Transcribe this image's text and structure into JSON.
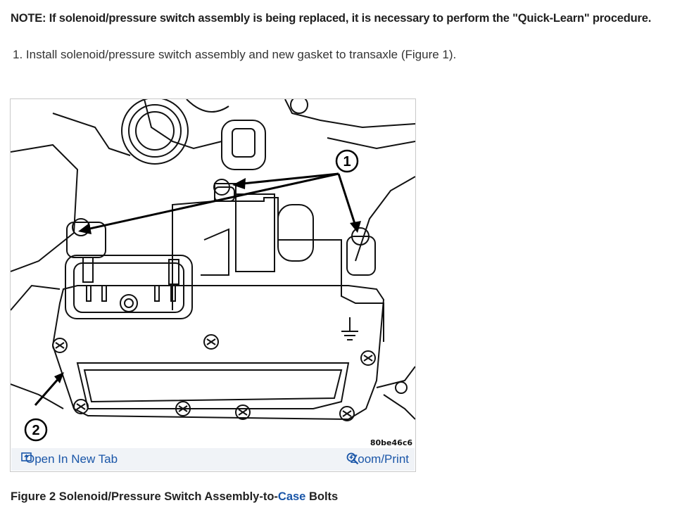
{
  "note": "NOTE: If solenoid/pressure switch assembly is being replaced, it is necessary to perform the \"Quick-Learn\" procedure.",
  "step": "1. Install solenoid/pressure switch assembly and new gasket to transaxle (Figure 1).",
  "figure": {
    "callout_1": "1",
    "callout_2": "2",
    "code": "80be46c6",
    "open_link": "Open In New Tab",
    "zoom_link": "Zoom/Print"
  },
  "caption": {
    "prefix": "Figure 2 Solenoid/Pressure Switch Assembly-to-",
    "link": "Case",
    "suffix": " Bolts"
  },
  "colors": {
    "link": "#1a56a8",
    "bar": "#f0f3f7"
  },
  "icons": {
    "open": "open-new-tab-icon",
    "zoom": "zoom-icon"
  }
}
